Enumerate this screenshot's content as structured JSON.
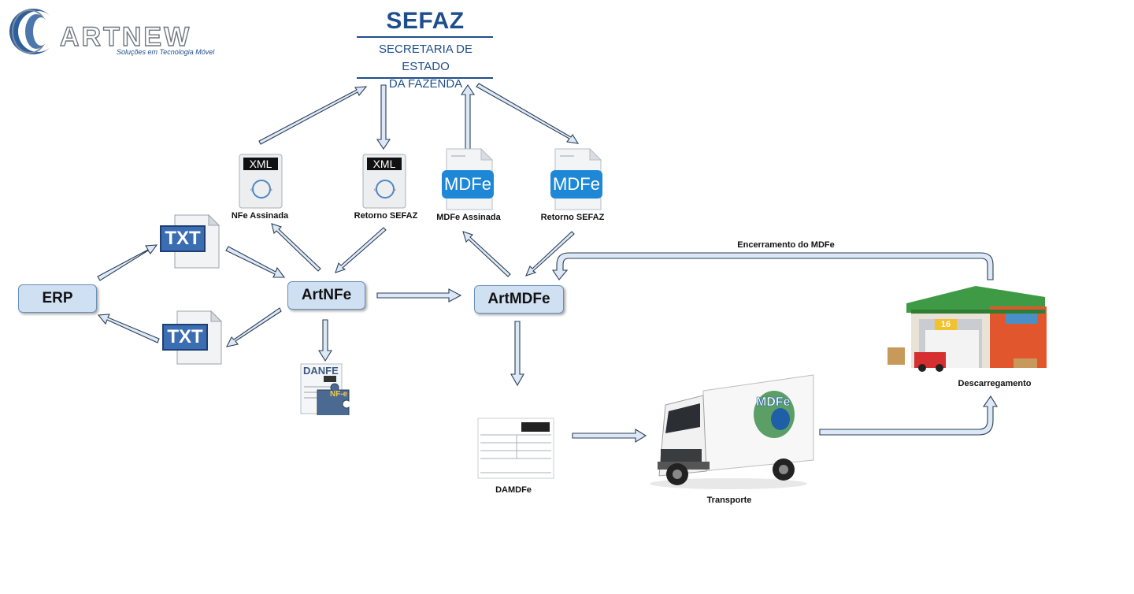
{
  "logo": {
    "brand": "ARTNEW",
    "tagline": "Soluções em Tecnologia Móvel"
  },
  "sefaz": {
    "title": "SEFAZ",
    "line1": "SECRETARIA DE ESTADO",
    "line2": "DA FAZENDA"
  },
  "nodes": {
    "erp": "ERP",
    "artnfe": "ArtNFe",
    "artmdfe": "ArtMDFe"
  },
  "docs": {
    "txt_top": "TXT",
    "txt_bottom": "TXT",
    "xml_nfe": "XML",
    "xml_retorno": "XML",
    "mdfe_assinada": "MDFe",
    "mdfe_retorno": "MDFe",
    "danfe": "DANFE",
    "danfe_badge": "NF-e",
    "truck_logo": "MDFe"
  },
  "labels": {
    "nfe_assinada": "NFe Assinada",
    "retorno_sefaz_nfe": "Retorno SEFAZ",
    "mdfe_assinada": "MDFe Assinada",
    "retorno_sefaz_mdfe": "Retorno SEFAZ",
    "encerramento": "Encerramento do MDFe",
    "damdfe": "DAMDFe",
    "transporte": "Transporte",
    "descarregamento": "Descarregamento"
  },
  "warehouse_number": "16",
  "colors": {
    "arrow_fill": "#dce8f6",
    "arrow_stroke": "#2b3e55",
    "box_fill": "#cfe0f3",
    "sefaz_blue": "#1f4e8c",
    "txt_blue": "#3b6db3",
    "mdfe_blue": "#1e88d6"
  }
}
